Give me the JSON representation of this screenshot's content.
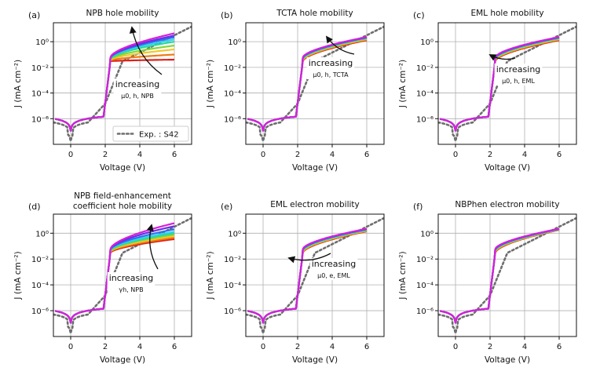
{
  "colors": {
    "sweep": [
      "#e0201b",
      "#f07a12",
      "#f2c82a",
      "#7fd836",
      "#27d8a0",
      "#2fd3e8",
      "#2f6ef0",
      "#6a2fe6",
      "#d81fd8"
    ],
    "experiment": "#6e6e6e"
  },
  "chart_data": [
    {
      "type": "line",
      "panel": "(a)",
      "title": "NPB hole mobility",
      "xlabel": "Voltage (V)",
      "ylabel": "J (mA cm⁻²)",
      "ylog": true,
      "xlim": [
        -1,
        7
      ],
      "ylim": [
        1e-08,
        30
      ],
      "xticks": [
        0,
        2,
        4,
        6
      ],
      "yticks": [
        "10⁻⁶",
        "10⁻⁴",
        "10⁻²",
        "10⁰"
      ],
      "grid": true,
      "annotation": {
        "main": "increasing",
        "sub": "μ0, h, NPB"
      },
      "legend": {
        "label": "Exp. : S42",
        "placement": "lower-right"
      },
      "sweep_end_values": [
        0.04,
        0.1,
        0.25,
        0.5,
        1.0,
        1.5,
        2.2,
        3.0,
        4.5
      ]
    },
    {
      "type": "line",
      "panel": "(b)",
      "title": "TCTA hole mobility",
      "xlabel": "Voltage (V)",
      "ylabel": "J (mA cm⁻²)",
      "ylog": true,
      "xlim": [
        -1,
        7
      ],
      "ylim": [
        1e-08,
        30
      ],
      "xticks": [
        0,
        2,
        4,
        6
      ],
      "yticks": [
        "10⁻⁶",
        "10⁻⁴",
        "10⁻²",
        "10⁰"
      ],
      "grid": true,
      "annotation": {
        "main": "increasing",
        "sub": "μ0, h, TCTA"
      },
      "sweep_end_values": [
        1.3,
        1.45,
        1.6,
        1.75,
        1.9,
        2.0,
        2.1,
        2.2,
        2.3
      ]
    },
    {
      "type": "line",
      "panel": "(c)",
      "title": "EML hole mobility",
      "xlabel": "Voltage (V)",
      "ylabel": "J (mA cm⁻²)",
      "ylog": true,
      "xlim": [
        -1,
        7
      ],
      "ylim": [
        1e-08,
        30
      ],
      "xticks": [
        0,
        2,
        4,
        6
      ],
      "yticks": [
        "10⁻⁶",
        "10⁻⁴",
        "10⁻²",
        "10⁰"
      ],
      "grid": true,
      "annotation": {
        "main": "increasing",
        "sub": "μ0, h, EML"
      },
      "sweep_end_values": [
        1.3,
        1.45,
        1.6,
        1.75,
        1.9,
        2.0,
        2.1,
        2.2,
        2.3
      ]
    },
    {
      "type": "line",
      "panel": "(d)",
      "title": "NPB field-enhancement",
      "title2": "coefficient hole mobility",
      "xlabel": "Voltage (V)",
      "ylabel": "J (mA cm⁻²)",
      "ylog": true,
      "xlim": [
        -1,
        7
      ],
      "ylim": [
        1e-08,
        30
      ],
      "xticks": [
        0,
        2,
        4,
        6
      ],
      "yticks": [
        "10⁻⁶",
        "10⁻⁴",
        "10⁻²",
        "10⁰"
      ],
      "grid": true,
      "annotation": {
        "main": "increasing",
        "sub": "γh, NPB"
      },
      "sweep_end_values": [
        0.35,
        0.45,
        0.6,
        0.8,
        1.0,
        1.3,
        2.0,
        3.5,
        6.0
      ]
    },
    {
      "type": "line",
      "panel": "(e)",
      "title": "EML electron mobility",
      "xlabel": "Voltage (V)",
      "ylabel": "J (mA cm⁻²)",
      "ylog": true,
      "xlim": [
        -1,
        7
      ],
      "ylim": [
        1e-08,
        30
      ],
      "xticks": [
        0,
        2,
        4,
        6
      ],
      "yticks": [
        "10⁻⁶",
        "10⁻⁴",
        "10⁻²",
        "10⁰"
      ],
      "grid": true,
      "annotation": {
        "main": "increasing",
        "sub": "μ0, e, EML"
      },
      "sweep_end_values": [
        1.4,
        1.5,
        1.6,
        1.7,
        1.8,
        1.9,
        2.0,
        2.1,
        2.2
      ]
    },
    {
      "type": "line",
      "panel": "(f)",
      "title": "NBPhen electron mobility",
      "xlabel": "Voltage (V)",
      "ylabel": "J (mA cm⁻²)",
      "ylog": true,
      "xlim": [
        -1,
        7
      ],
      "ylim": [
        1e-08,
        30
      ],
      "xticks": [
        0,
        2,
        4,
        6
      ],
      "yticks": [
        "10⁻⁶",
        "10⁻⁴",
        "10⁻²",
        "10⁰"
      ],
      "grid": true,
      "sweep_end_values": [
        1.8,
        1.85,
        1.9,
        1.95,
        2.0,
        2.05,
        2.1,
        2.15,
        2.2
      ]
    }
  ]
}
